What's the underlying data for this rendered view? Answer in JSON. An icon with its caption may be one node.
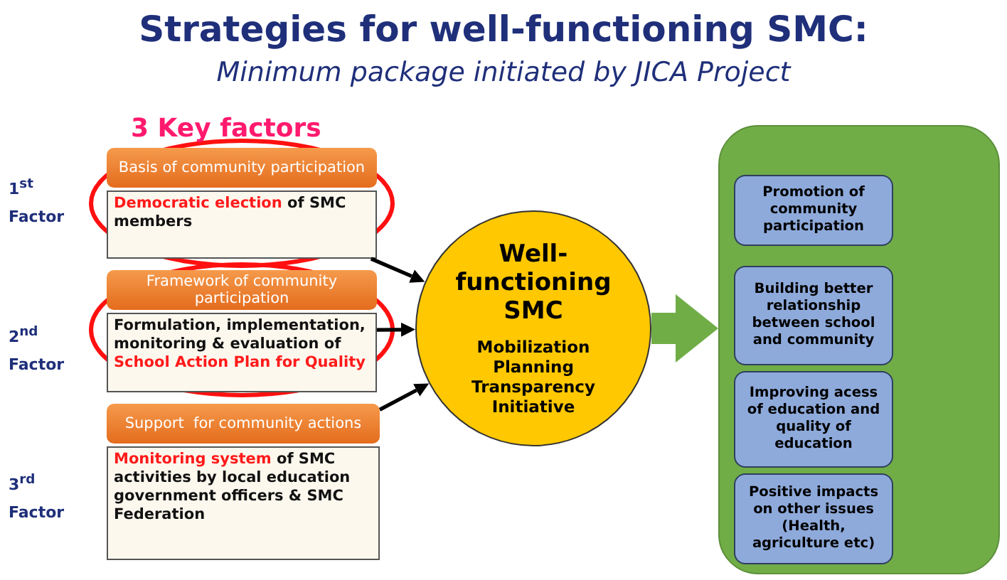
{
  "diagram": {
    "title": "Strategies for well-functioning SMC:",
    "nodes": [
      {
        "text": [
          "Basis of community participation",
          "**Democratic election** of SMC members"
        ]
      },
      {
        "text": [
          "Framework of community participation",
          "Formulation, implementation, monitoring & evaluation of **School Action Plan for Quality**"
        ]
      },
      {
        "text": [
          "Support  for community actions",
          "**Monitoring system** of SMC activities by local education government officers & SMC Federation"
        ]
      },
      {
        "text": [
          "Well-functioning SMC",
          "Mobilization Planning Transparency Initiative"
        ]
      },
      {
        "text": [],
        "shape": "box"
      },
      {
        "text": [
          "Promotion of community participation"
        ],
        "in": 4
      },
      {
        "text": [
          "Building better relationship between school and community"
        ],
        "in": 4
      },
      {
        "text": [
          "Improving acess of education and quality of education"
        ],
        "in": 4
      },
      {
        "text": [
          "Positive impacts on other issues (Health, agriculture etc)"
        ],
        "in": 4
      }
    ],
    "edges": [
      {
        "from": 0,
        "to": 3,
        "arrow": "to"
      },
      {
        "from": 1,
        "to": 3,
        "arrow": "to"
      },
      {
        "from": 2,
        "to": 3,
        "arrow": "to"
      },
      {
        "from": 3,
        "to": 4,
        "arrow": "to",
        "style": "thick",
        "color": "#70ad47"
      }
    ],
    "labels": [
      "Minimum package initiated by JICA Project",
      "3 Key factors",
      "1$^{st}$ Factor",
      "2$^{nd}$ Factor",
      "3$^{rd}$ Factor"
    ]
  }
}
